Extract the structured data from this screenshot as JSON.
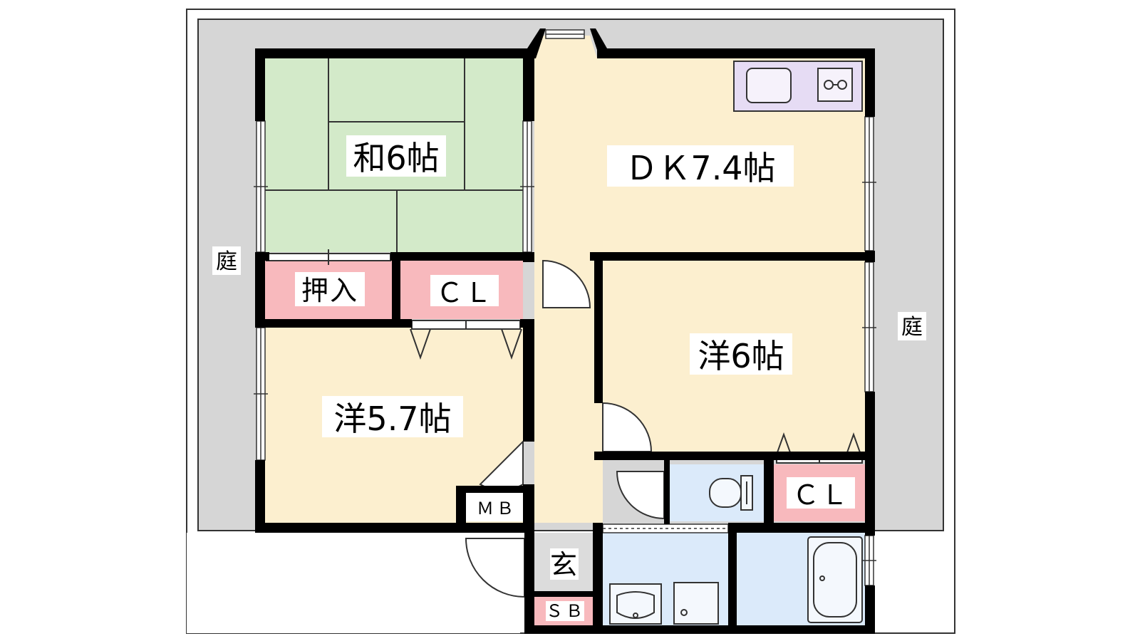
{
  "floorplan": {
    "rooms": {
      "washitsu": "和6帖",
      "dk": "ＤＫ7.4帖",
      "yoshitsu_6": "洋6帖",
      "yoshitsu_57": "洋5.7帖",
      "oshiire": "押入",
      "closet_upper": "ＣＬ",
      "closet_lower": "ＣＬ",
      "meter_box": "ＭＢ",
      "genkan": "玄",
      "shoe_box": "ＳＢ"
    },
    "garden_left": "庭",
    "garden_right": "庭"
  },
  "colors": {
    "wall": "#000000",
    "tatami": "#d3eac9",
    "floor": "#fcefcf",
    "closet": "#f8b9bd",
    "wet_area": "#dbeafa",
    "kitchen_counter": "#e6dcf4",
    "garden": "#d6d6d6",
    "entrance": "#dcdcdc"
  }
}
